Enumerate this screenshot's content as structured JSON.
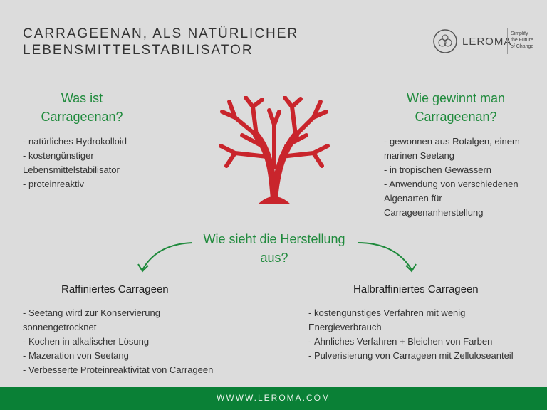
{
  "title_line1": "CARRAGEENAN, ALS NATÜRLICHER",
  "title_line2": "LEBENSMITTELSTABILISATOR",
  "logo": {
    "name": "LEROMA",
    "tagline1": "Simplify",
    "tagline2": "the Future",
    "tagline3": "of Change"
  },
  "left": {
    "heading1": "Was ist",
    "heading2": "Carrageenan?",
    "items": [
      "- natürliches Hydrokolloid",
      "- kostengünstiger",
      "Lebensmittelstabilisator",
      "- proteinreaktiv"
    ]
  },
  "right": {
    "heading1": "Wie gewinnt man",
    "heading2": "Carrageenan?",
    "items": [
      "- gewonnen aus Rotalgen, einem",
      "marinen Seetang",
      "- in tropischen Gewässern",
      "- Anwendung von verschiedenen",
      "Algenarten für",
      "Carrageenanherstellung"
    ]
  },
  "center": {
    "heading1": "Wie sieht die Herstellung",
    "heading2": "aus?"
  },
  "refined": {
    "title": "Raffiniertes Carrageen",
    "items": [
      "- Seetang wird zur Konservierung",
      "sonnengetrocknet",
      "- Kochen in alkalischer Lösung",
      "- Mazeration von Seetang",
      "- Verbesserte Proteinreaktivität von Carrageen"
    ]
  },
  "semi": {
    "title": "Halbraffiniertes Carrageen",
    "items": [
      "- kostengünstiges Verfahren mit wenig",
      "Energieverbrauch",
      "- Ähnliches Verfahren + Bleichen von Farben",
      "- Pulverisierung von Carrageen mit Zelluloseanteil"
    ]
  },
  "footer": "WWWW.LEROMA.COM",
  "colors": {
    "green": "#1f8a3c",
    "coral": "#c9252c",
    "footer": "#0a8036"
  }
}
